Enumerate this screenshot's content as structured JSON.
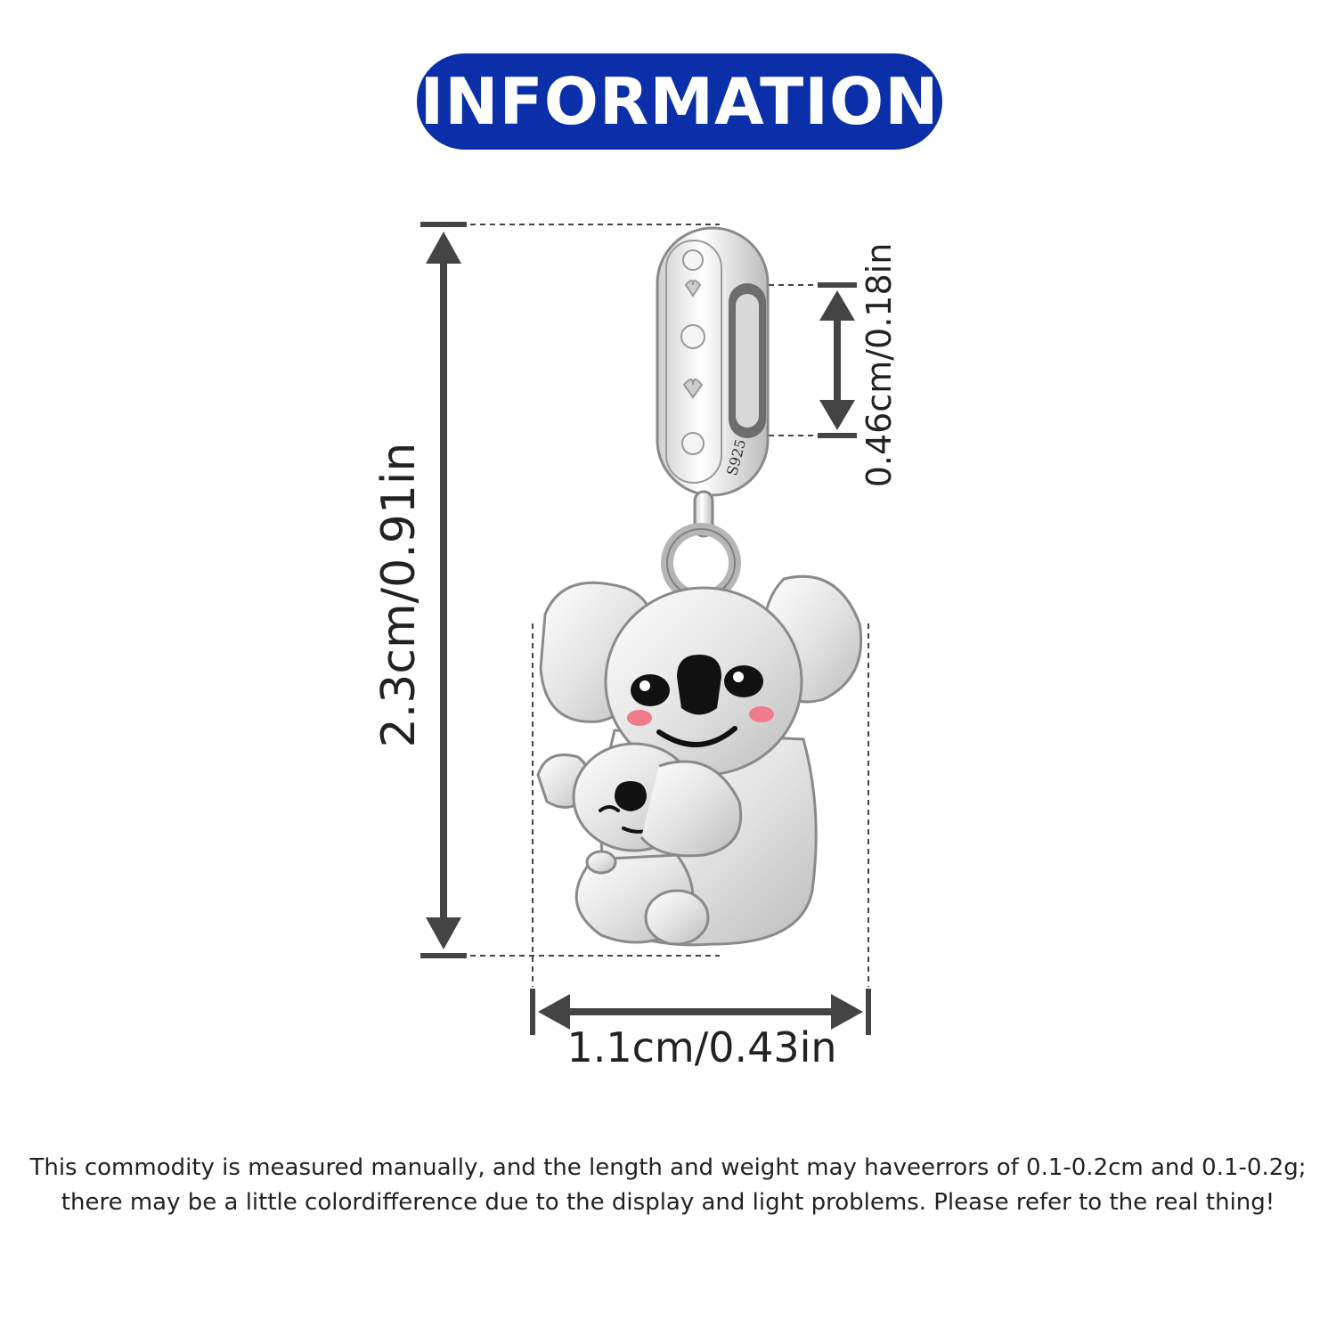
{
  "header": {
    "title": "INFORMATION"
  },
  "dimensions": {
    "height_label": "2.3cm/0.91in",
    "width_label": "1.1cm/0.43in",
    "hole_label": "0.46cm/0.18in"
  },
  "product": {
    "stamp": "S925"
  },
  "disclaimer": {
    "line1": "This commodity is measured manually, and the length and weight may haveerrors of 0.1-0.2cm and 0.1-0.2g;",
    "line2": "there may be a little colordifference due to the display and light problems. Please refer to the real thing!"
  },
  "colors": {
    "header_bg": "#0a2fa8",
    "dimension_lines": "#444444",
    "blush": "#f07a8c"
  }
}
